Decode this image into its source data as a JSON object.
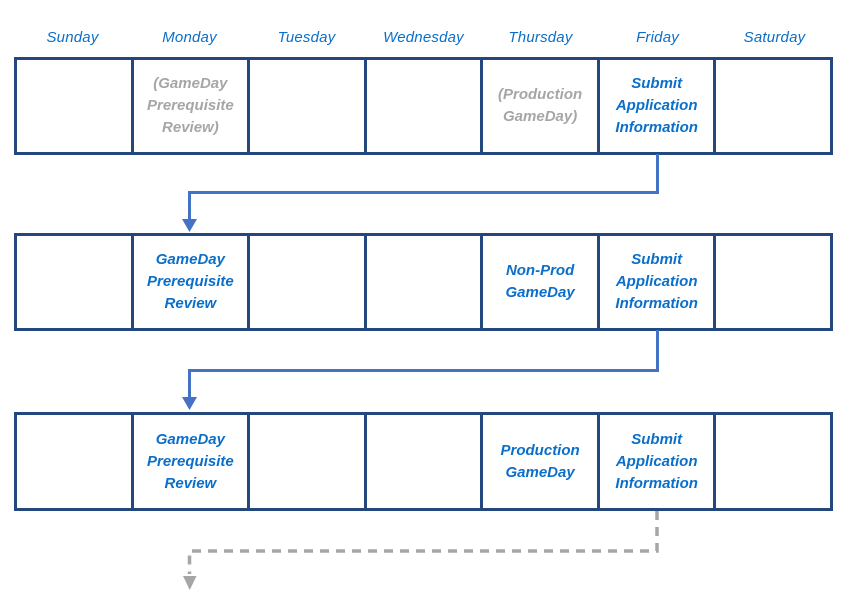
{
  "calendar": {
    "day_headers": [
      "Sunday",
      "Monday",
      "Tuesday",
      "Wednesday",
      "Thursday",
      "Friday",
      "Saturday"
    ],
    "weeks": [
      {
        "label": "week-1",
        "cells": [
          {
            "day": "Sunday",
            "text": ""
          },
          {
            "day": "Monday",
            "text": "(GameDay Prerequisite Review)",
            "emphasis": "tentative-gray"
          },
          {
            "day": "Tuesday",
            "text": ""
          },
          {
            "day": "Wednesday",
            "text": ""
          },
          {
            "day": "Thursday",
            "text": "(Production GameDay)",
            "emphasis": "tentative-gray"
          },
          {
            "day": "Friday",
            "text": "Submit Application Information",
            "emphasis": "active-blue"
          },
          {
            "day": "Saturday",
            "text": ""
          }
        ]
      },
      {
        "label": "week-2",
        "cells": [
          {
            "day": "Sunday",
            "text": ""
          },
          {
            "day": "Monday",
            "text": "GameDay Prerequisite Review",
            "emphasis": "active-blue"
          },
          {
            "day": "Tuesday",
            "text": ""
          },
          {
            "day": "Wednesday",
            "text": ""
          },
          {
            "day": "Thursday",
            "text": "Non-Prod GameDay",
            "emphasis": "active-blue"
          },
          {
            "day": "Friday",
            "text": "Submit Application Information",
            "emphasis": "active-blue"
          },
          {
            "day": "Saturday",
            "text": ""
          }
        ]
      },
      {
        "label": "week-3",
        "cells": [
          {
            "day": "Sunday",
            "text": ""
          },
          {
            "day": "Monday",
            "text": "GameDay Prerequisite Review",
            "emphasis": "active-blue"
          },
          {
            "day": "Tuesday",
            "text": ""
          },
          {
            "day": "Wednesday",
            "text": ""
          },
          {
            "day": "Thursday",
            "text": "Production GameDay",
            "emphasis": "active-blue"
          },
          {
            "day": "Friday",
            "text": "Submit Application Information",
            "emphasis": "active-blue"
          },
          {
            "day": "Saturday",
            "text": ""
          }
        ]
      }
    ],
    "arrows": [
      {
        "from": "week-1-friday",
        "to": "week-2-monday",
        "style": "solid"
      },
      {
        "from": "week-2-friday",
        "to": "week-3-monday",
        "style": "solid"
      },
      {
        "from": "week-3-friday",
        "to": "following-week-monday",
        "style": "dashed"
      }
    ],
    "colors": {
      "border_navy": "#24477e",
      "text_blue": "#0b6fc9",
      "text_gray": "#a6a6a6",
      "arrow_blue": "#4472c4",
      "arrow_gray": "#a6a6a6"
    }
  }
}
